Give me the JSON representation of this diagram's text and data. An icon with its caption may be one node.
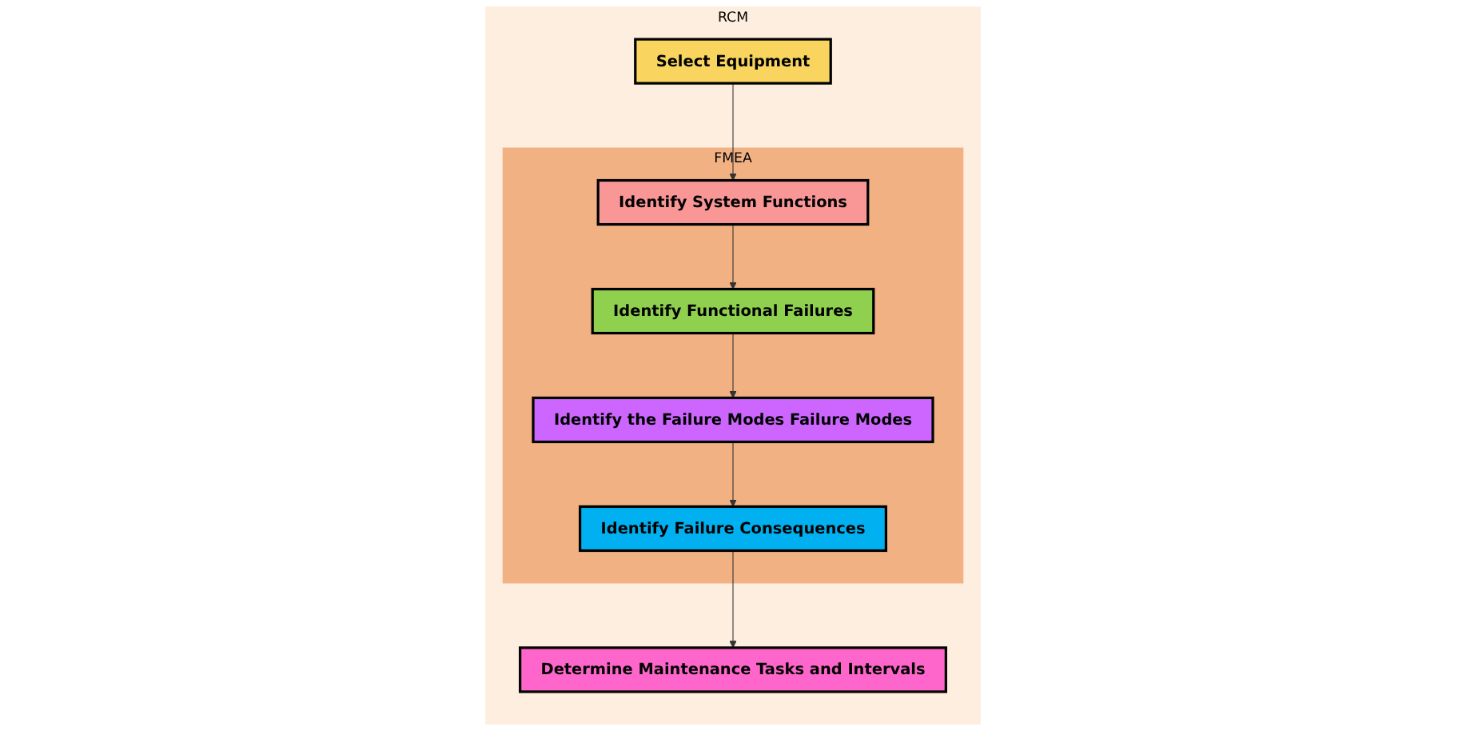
{
  "diagram": {
    "nodes": [
      {
        "text": [
          "RCM"
        ]
      },
      {
        "text": [
          "Select Equipment"
        ],
        "in": 0
      },
      {
        "text": [
          "FMEA"
        ],
        "in": 0
      },
      {
        "text": [
          "Identify System Functions"
        ],
        "in": 2
      },
      {
        "text": [
          "Identify Functional Failures"
        ],
        "in": 2
      },
      {
        "text": [
          "Identify the Failure Modes Failure Modes"
        ],
        "in": 2
      },
      {
        "text": [
          "Identify Failure Consequences"
        ],
        "in": 2
      },
      {
        "text": [
          "Determine Maintenance Tasks and Intervals"
        ],
        "in": 0
      }
    ],
    "edges": [
      {
        "from": 1,
        "to": 3,
        "arrow": "to"
      },
      {
        "from": 3,
        "to": 4,
        "arrow": "to"
      },
      {
        "from": 4,
        "to": 5,
        "arrow": "to"
      },
      {
        "from": 5,
        "to": 6,
        "arrow": "to"
      },
      {
        "from": 6,
        "to": 7,
        "arrow": "to"
      }
    ]
  }
}
